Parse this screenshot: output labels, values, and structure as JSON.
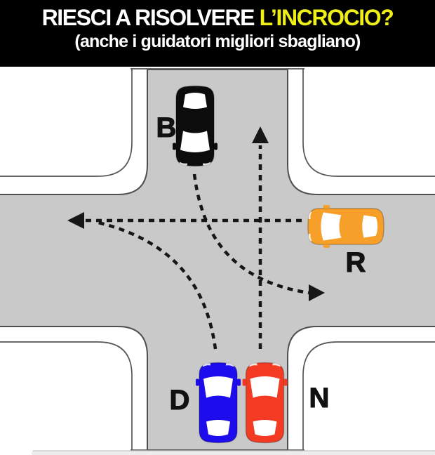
{
  "banner": {
    "background_color": "#000000",
    "title_part1": "RIESCI A RISOLVERE ",
    "title_part2": "L’INCROCIO?",
    "title_color": "#ffffff",
    "highlight_color": "#eeef17",
    "subtitle": "(anche i guidatori migliori sbagliano)"
  },
  "scene": {
    "road_color": "#c9c9c9",
    "curb_line_color": "#4f4f4f",
    "background_color": "#ffffff",
    "arrow_color": "#161616",
    "label_color": "#111111",
    "cars": {
      "b": {
        "label": "B",
        "color": "#0c0c0c",
        "heading": "south"
      },
      "r": {
        "label": "R",
        "color": "#f6a029",
        "heading": "west"
      },
      "d": {
        "label": "D",
        "color": "#1d0cec",
        "heading": "north"
      },
      "n": {
        "label": "N",
        "color": "#f23b22",
        "heading": "north"
      }
    }
  }
}
